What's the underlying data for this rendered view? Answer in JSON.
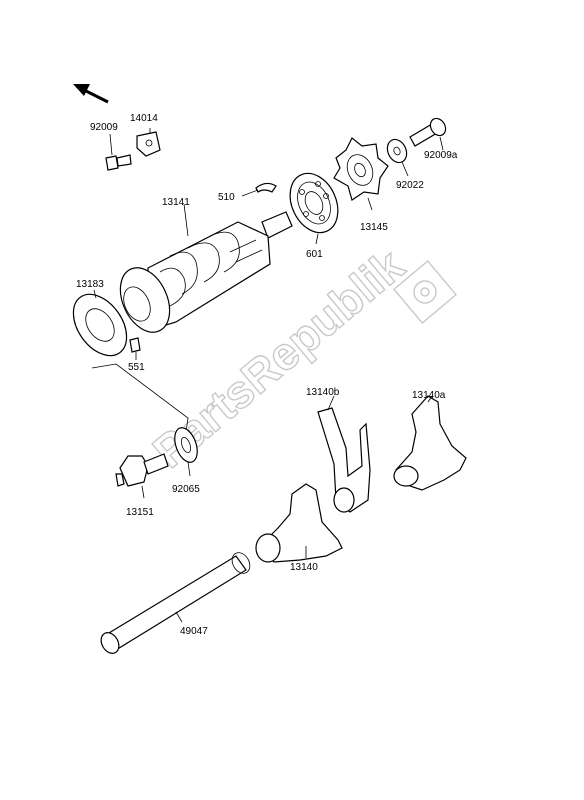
{
  "diagram": {
    "watermark": "PartsRepublik",
    "labels": {
      "p14014": "14014",
      "p92009": "92009",
      "p92009a": "92009a",
      "p92022": "92022",
      "p510": "510",
      "p13141": "13141",
      "p601": "601",
      "p13145": "13145",
      "p13183": "13183",
      "p551": "551",
      "p13140b": "13140b",
      "p13140a": "13140a",
      "p92065": "92065",
      "p13151": "13151",
      "p13140": "13140",
      "p49047": "49047"
    }
  }
}
